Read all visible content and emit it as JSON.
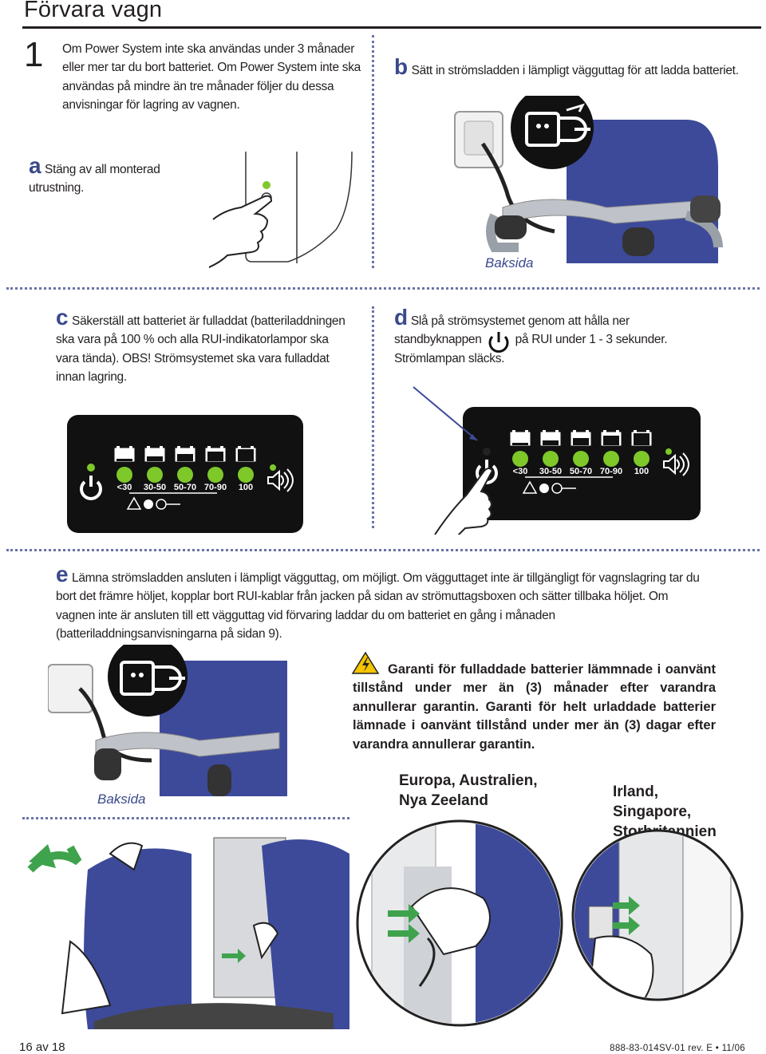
{
  "page": {
    "title": "Förvara vagn",
    "step_number": "1",
    "footer_left": "16 av 18",
    "footer_right": "888-83-014SV-01 rev. E • 11/06"
  },
  "intro": {
    "text": "Om Power System inte ska användas under 3 månader eller mer tar du bort batteriet. Om Power System inte ska användas på mindre än tre månader följer du dessa anvisningar för lagring av vagnen."
  },
  "steps": {
    "a": {
      "letter": "a",
      "text": "Stäng av all monterad utrustning."
    },
    "b": {
      "letter": "b",
      "text": "Sätt in strömsladden i lämpligt vägguttag för att ladda batteriet.",
      "caption": "Baksida"
    },
    "c": {
      "letter": "c",
      "text": "Säkerställ att batteriet är fulladdat (batteriladdningen ska vara på 100 % och alla RUI-indikatorlampor ska vara tända). OBS! Strömsystemet ska vara fulladdat innan lagring."
    },
    "d": {
      "letter": "d",
      "text_1": "Slå på strömsystemet genom att hålla ner standbyknappen",
      "text_2": "på RUI under 1 - 3 sekunder.",
      "text_3": "Strömlampan släcks."
    },
    "e": {
      "letter": "e",
      "text": "Lämna strömsladden ansluten i lämpligt vägguttag, om möjligt. Om vägguttaget inte är tillgängligt för vagnslagring tar du bort det främre höljet, kopplar bort RUI-kablar från jacken på sidan av strömuttagsboxen och sätter tillbaka höljet. Om vagnen inte är ansluten till ett vägguttag vid förvaring laddar du om batteriet en gång i månaden (batteriladdningsanvisningarna på sidan 9).",
      "caption": "Baksida"
    }
  },
  "panel": {
    "levels": [
      "<30",
      "30-50",
      "50-70",
      "70-90",
      "100"
    ],
    "led_color_on": "#7ec82a",
    "panel_color": "#111111"
  },
  "warning": {
    "text": "Garanti för fulladdade batterier lämmnade i oanvänt tillstånd under mer än (3) månader efter varandra annullerar garantin. Garanti för helt urladdade batterier lämnade i oanvänt tillstånd under mer än (3) dagar efter varandra annullerar garantin."
  },
  "regions": {
    "left": "Europa, Australien, Nya Zeeland",
    "right": "Irland, Singapore, Storbritannien"
  },
  "colors": {
    "accent": "#3a4a8c",
    "cart_blue": "#3d4a9a",
    "arrow_green": "#3fa34d",
    "dot_line": "#6a74a8"
  }
}
